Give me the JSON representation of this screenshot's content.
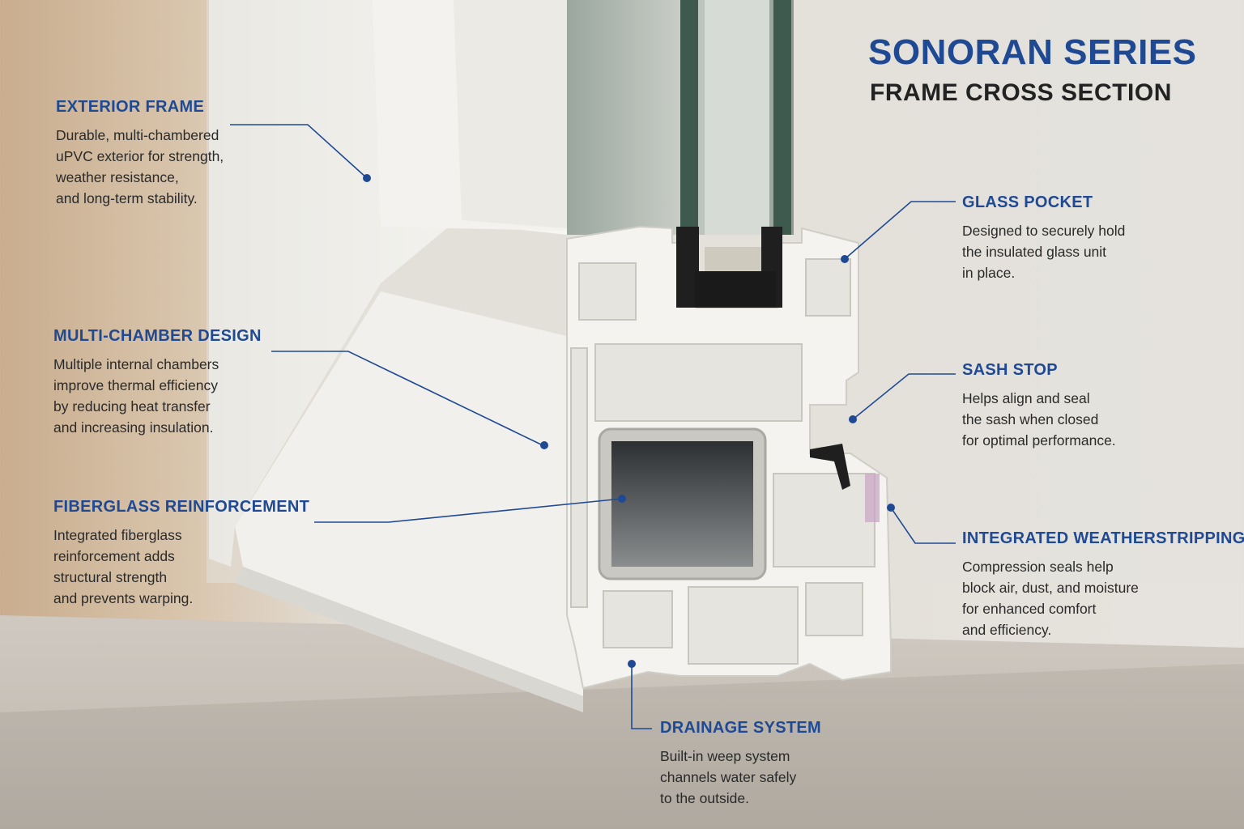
{
  "header": {
    "title": "SONORAN SERIES",
    "subtitle": "FRAME CROSS SECTION"
  },
  "colors": {
    "accent": "#1f4a93",
    "text": "#2a2a2a",
    "frame": "#f4f3ef"
  },
  "callouts": {
    "exterior_frame": {
      "title": "EXTERIOR FRAME",
      "lines": [
        "Durable, multi-chambered",
        "uPVC exterior for strength,",
        "weather resistance,",
        "and long-term stability."
      ]
    },
    "multi_chamber": {
      "title": "MULTI-CHAMBER DESIGN",
      "lines": [
        "Multiple internal chambers",
        "improve thermal efficiency",
        "by reducing heat transfer",
        "and increasing insulation."
      ]
    },
    "fiberglass": {
      "title": "FIBERGLASS REINFORCEMENT",
      "lines": [
        "Integrated fiberglass",
        "reinforcement adds",
        "structural strength",
        "and prevents warping."
      ]
    },
    "glass_pocket": {
      "title": "GLASS POCKET",
      "lines": [
        "Designed to securely hold",
        "the insulated glass unit",
        "in place."
      ]
    },
    "sash_stop": {
      "title": "SASH STOP",
      "lines": [
        "Helps align and seal",
        "the sash when closed",
        "for optimal performance."
      ]
    },
    "weatherstripping": {
      "title": "INTEGRATED WEATHERSTRIPPING",
      "lines": [
        "Compression seals help",
        "block air, dust, and moisture",
        "for enhanced comfort",
        "and efficiency."
      ]
    },
    "drainage": {
      "title": "DRAINAGE SYSTEM",
      "lines": [
        "Built-in weep system",
        "channels water safely",
        "to the outside."
      ]
    }
  }
}
